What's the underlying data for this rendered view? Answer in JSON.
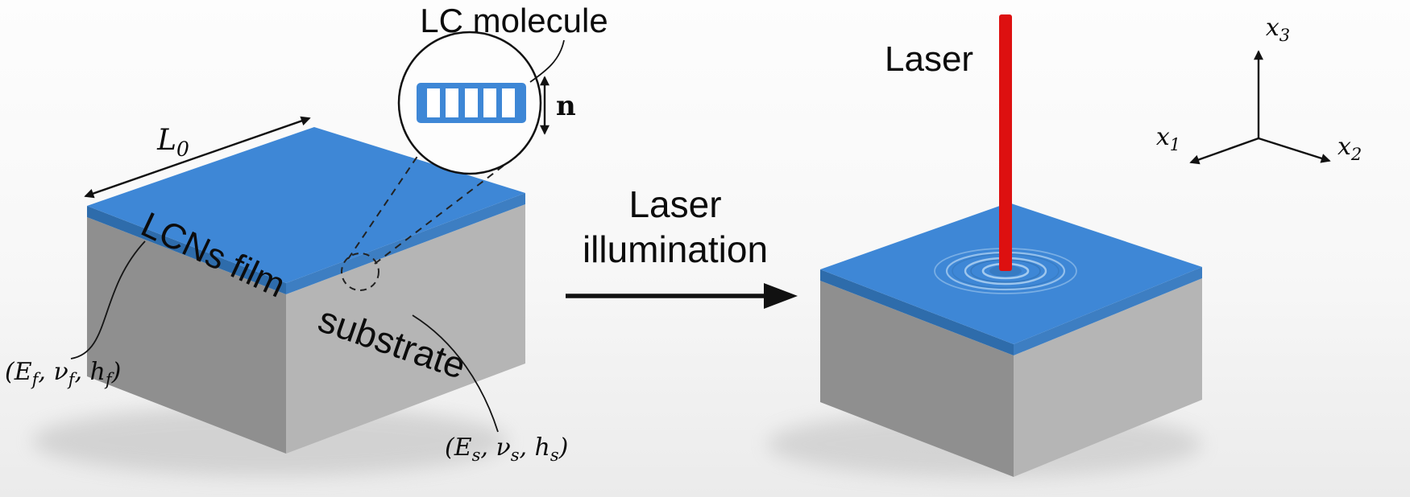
{
  "colors": {
    "film_top": "#3e87d6",
    "film_edge_dark": "#2e6cab",
    "film_edge_mid": "#3d7ec2",
    "substrate_dark": "#8f8f8f",
    "substrate_light": "#b5b5b5",
    "laser_red": "#dd1010",
    "ripple_light": "#a9cdf0",
    "ripple_dark": "#2f6dad",
    "ink": "#111111"
  },
  "left_block": {
    "length_label": {
      "base": "L",
      "sub": "0"
    },
    "film_label": "LCNs film",
    "substrate_label": "substrate",
    "film_params": {
      "p1": "(E",
      "s1": "f",
      "p2": ", ν",
      "s2": "f",
      "p3": ", h",
      "s3": "f",
      "p4": ")"
    },
    "substrate_params": {
      "p1": "(E",
      "s1": "s",
      "p2": ", ν",
      "s2": "s",
      "p3": ", h",
      "s3": "s",
      "p4": ")"
    }
  },
  "inset": {
    "title": "LC molecule",
    "director_label": "n",
    "slot_count": 5
  },
  "transition": {
    "line1": "Laser",
    "line2": "illumination"
  },
  "right_block": {
    "laser_label": "Laser"
  },
  "axes": {
    "x1": {
      "base": "x",
      "sub": "1"
    },
    "x2": {
      "base": "x",
      "sub": "2"
    },
    "x3": {
      "base": "x",
      "sub": "3"
    }
  }
}
